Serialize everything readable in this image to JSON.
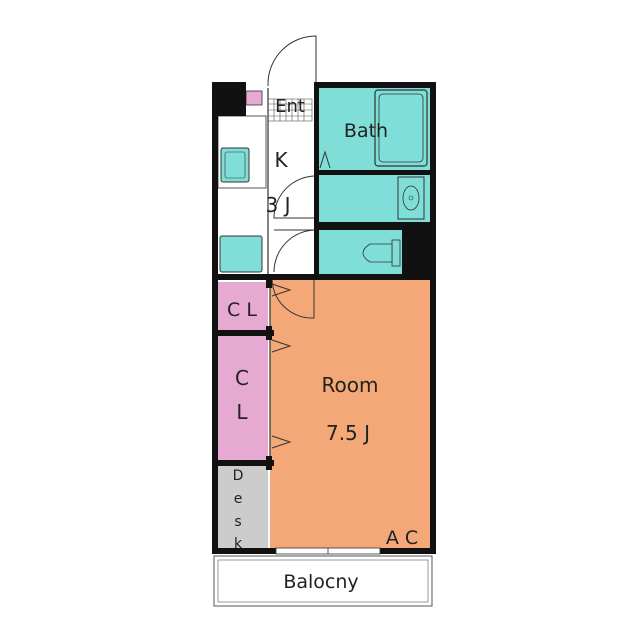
{
  "rooms": {
    "entrance": "Ent",
    "bath": "Bath",
    "kitchen": "K",
    "kitchen_size": "3 J",
    "closet_small": "C L",
    "closet_large_1": "C",
    "closet_large_2": "L",
    "room": "Room",
    "room_size": "7.5 J",
    "aircon": "A C",
    "balcony": "Balocny",
    "desk_letters": [
      "D",
      "e",
      "s",
      "k"
    ]
  },
  "colors": {
    "wall": "#111111",
    "room": "#f4a877",
    "closet": "#e6a9d1",
    "fixture": "#7fded8",
    "desk": "#cccccc",
    "entrance_tile": "#e6a9d1"
  }
}
